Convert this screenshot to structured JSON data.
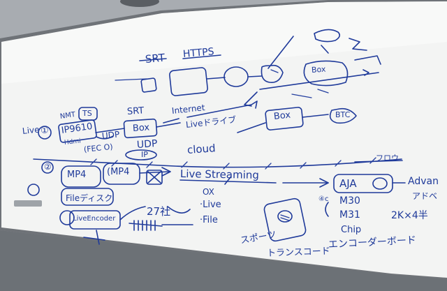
{
  "photo": {
    "subject": "whiteboard",
    "ink_color": "#1f3a9a"
  },
  "board": {
    "top_labels": {
      "srt": "SRT",
      "https": "HTTPS",
      "box_mid": "Box"
    },
    "live_row": {
      "live_label": "Live",
      "live_num": "①",
      "nmt": "NMT",
      "ts": "TS",
      "ip9610": "IP9610",
      "hdmi": "Hdmi",
      "udp": "UDP",
      "fec": "(FEC O)",
      "srt": "SRT",
      "box": "Box",
      "udp2": "UDP",
      "ip": "IP",
      "internet": "Internet",
      "liverelay": "Liveドライブ",
      "cloud": "cloud",
      "box_right": "Box",
      "btc": "BTC"
    },
    "vod_row": {
      "num": "②",
      "mp4_a": "MP4",
      "mp4_b": "(MP4",
      "live_streaming": "Live Streaming",
      "file_transfer": "Fileディスク",
      "ox": "OX",
      "live": "·Live",
      "file": "·File",
      "encoder": "LiveEncoder",
      "company27": "27社",
      "sports": "スポーツ",
      "transcode": "トランスコード"
    },
    "right_block": {
      "flow": "フロウ",
      "aja": "AJA",
      "advan": "Advan",
      "adobe": "アドベ",
      "m30": "M30",
      "m31": "M31",
      "size": "2K×4半",
      "chip": "Chip",
      "encoder_board": "エンコーダーボード",
      "circle_label": "④c"
    }
  }
}
